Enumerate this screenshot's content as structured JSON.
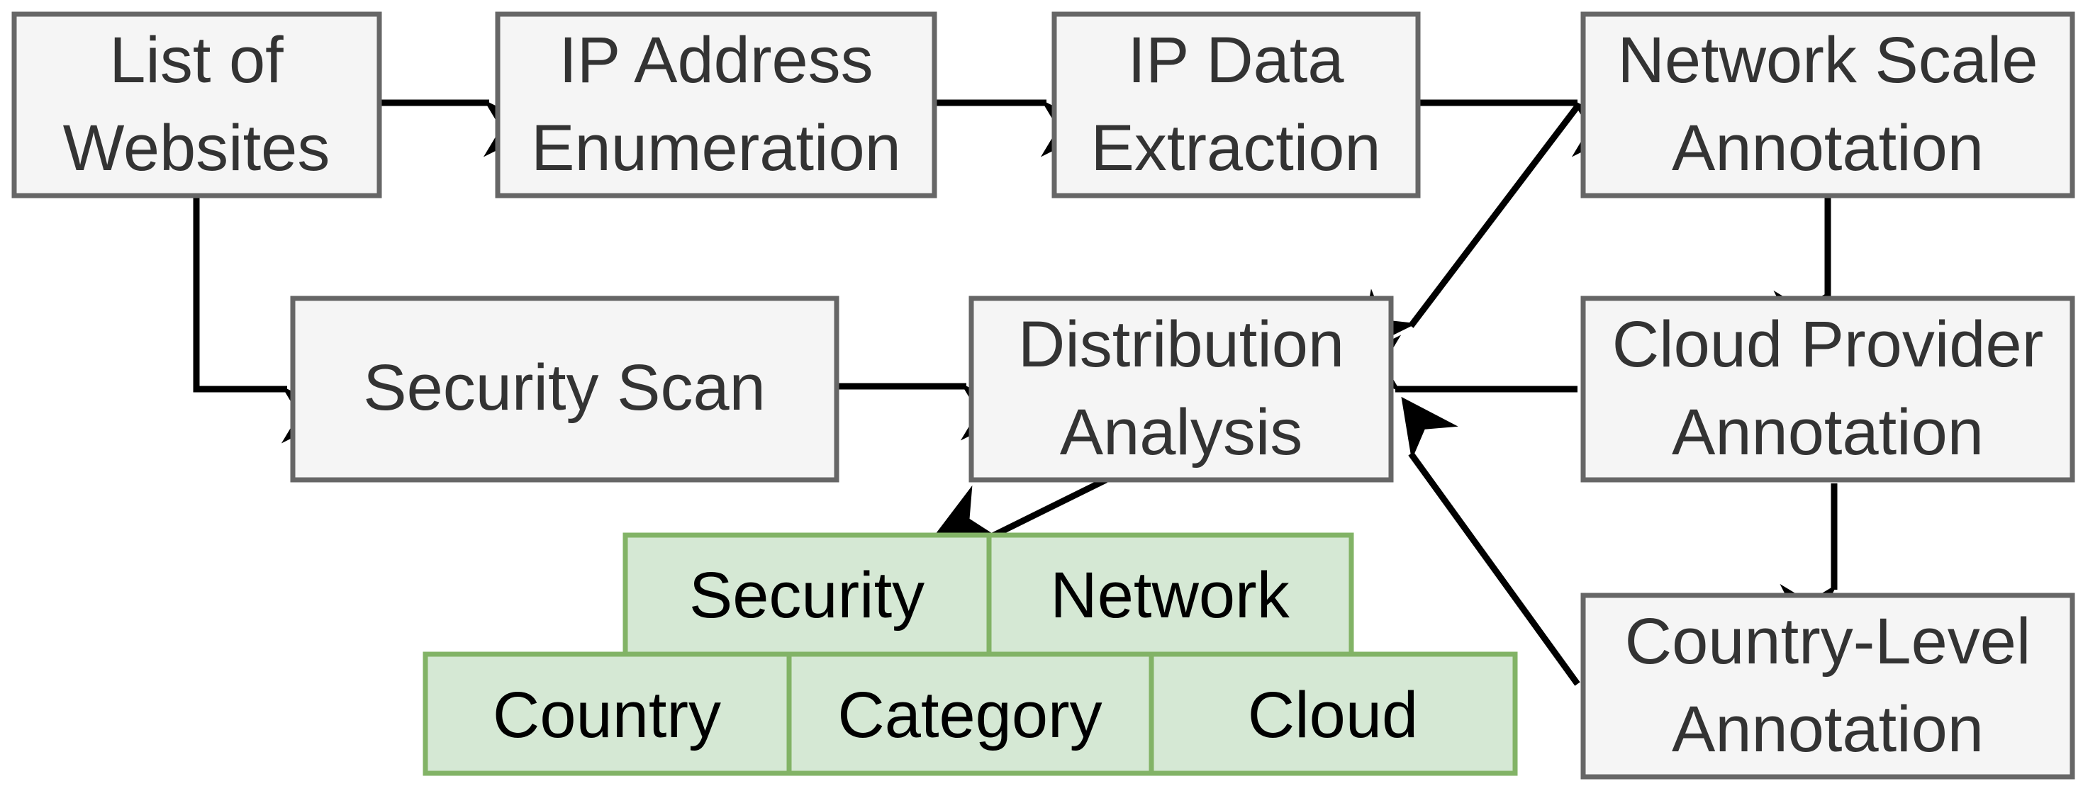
{
  "nodes": {
    "websites": {
      "line1": "List of",
      "line2": "Websites"
    },
    "ip_enum": {
      "line1": "IP Address",
      "line2": "Enumeration"
    },
    "ip_extract": {
      "line1": "IP Data",
      "line2": "Extraction"
    },
    "net_scale": {
      "line1": "Network Scale",
      "line2": "Annotation"
    },
    "security_scan": {
      "label": "Security Scan"
    },
    "distribution": {
      "line1": "Distribution",
      "line2": "Analysis"
    },
    "cloud_provider": {
      "line1": "Cloud Provider",
      "line2": "Annotation"
    },
    "country_level": {
      "line1": "Country-Level",
      "line2": "Annotation"
    }
  },
  "results": {
    "security": "Security",
    "network": "Network",
    "country": "Country",
    "category": "Category",
    "cloud": "Cloud"
  },
  "colors": {
    "process_fill": "#f5f5f5",
    "process_stroke": "#666666",
    "result_fill": "#d5e8d4",
    "result_stroke": "#82b366",
    "arrow": "#000000"
  }
}
